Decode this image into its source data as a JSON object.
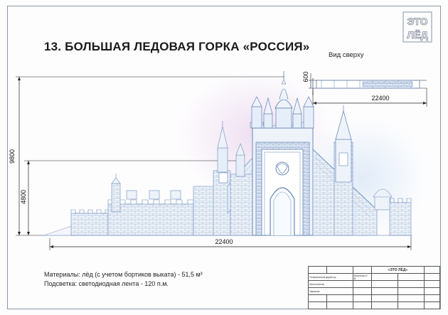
{
  "title": "13. БОЛЬШАЯ ЛЕДОВАЯ ГОРКА «РОССИЯ»",
  "logo": {
    "line1": "ЭТО",
    "line2": "ЛЁД"
  },
  "top_view": {
    "label": "Вид сверху",
    "width_dim": "22400",
    "height_dim": "600"
  },
  "elevation": {
    "total_height": "9800",
    "platform_height": "4800",
    "length": "22400"
  },
  "notes": {
    "materials": "Материалы: лёд (с учетом бортиков выката) - 51,5 м³",
    "lighting": "Подсветка: светодиодная лента - 120 п.м."
  },
  "stamp": {
    "brand": "«ЭТО ЛЁД»",
    "rows": [
      {
        "label": "Генеральный директор",
        "name": "Власенко Е. В."
      },
      {
        "label": "Исполнитель",
        "name": ""
      },
      {
        "label": "Заказчик",
        "name": ""
      }
    ]
  },
  "colors": {
    "ice_blue": "#5a86c2",
    "ice_light": "#c9d9ef",
    "line": "#222222",
    "frame": "#8a96a8",
    "glow_pink": "#e8c8e6"
  }
}
